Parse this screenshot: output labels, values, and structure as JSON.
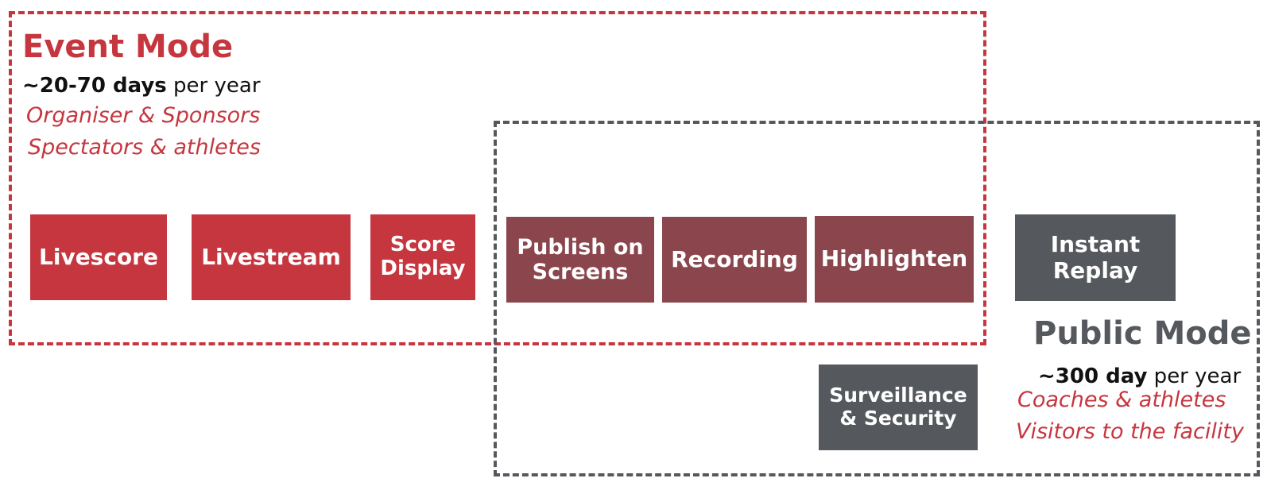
{
  "event_mode": {
    "title": "Event Mode",
    "days_bold": "~20-70 days",
    "days_rest": " per year",
    "audience": [
      "Organiser & Sponsors",
      "Spectators & athletes"
    ]
  },
  "public_mode": {
    "title": "Public Mode",
    "days_bold": "~300 day",
    "days_rest": " per year",
    "audience": [
      "Coaches & athletes",
      "Visitors to the facility"
    ]
  },
  "boxes": {
    "livescore": "Livescore",
    "livestream": "Livestream",
    "score_display": [
      "Score",
      "Display"
    ],
    "publish": [
      "Publish on",
      "Screens"
    ],
    "recording": "Recording",
    "highlighten": "Highlighten",
    "instant_replay": [
      "Instant",
      "Replay"
    ],
    "surveillance": [
      "Surveillance",
      "& Security"
    ]
  },
  "colors": {
    "event_red": "#c6363f",
    "overlap_maroon": "#8b464d",
    "public_grey": "#55585c"
  }
}
